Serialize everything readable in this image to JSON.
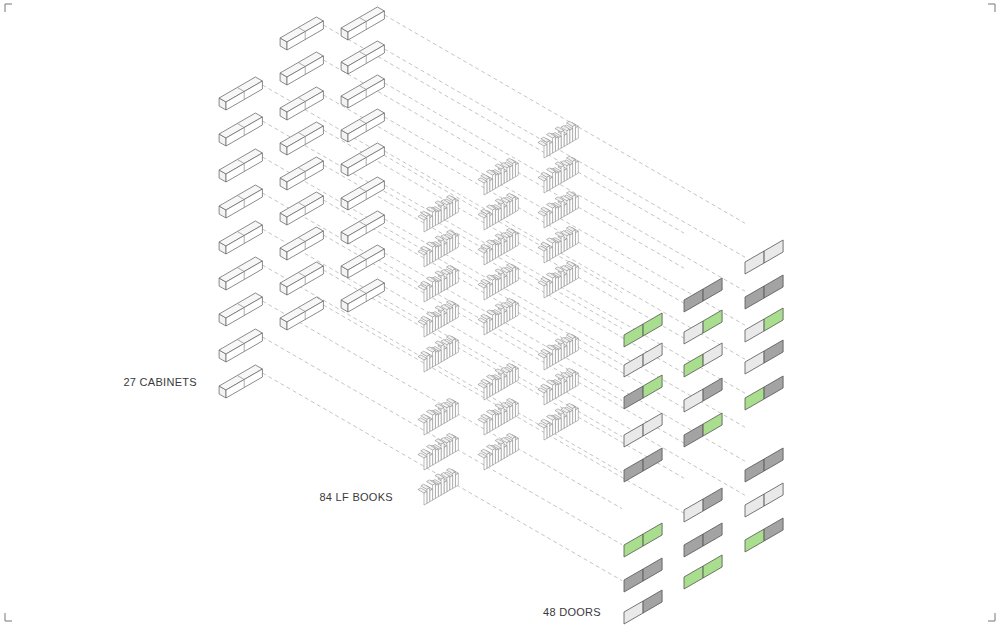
{
  "diagram": {
    "labels": [
      "27 CABINETS",
      "84 LF BOOKS",
      "48 DOORS"
    ]
  }
}
